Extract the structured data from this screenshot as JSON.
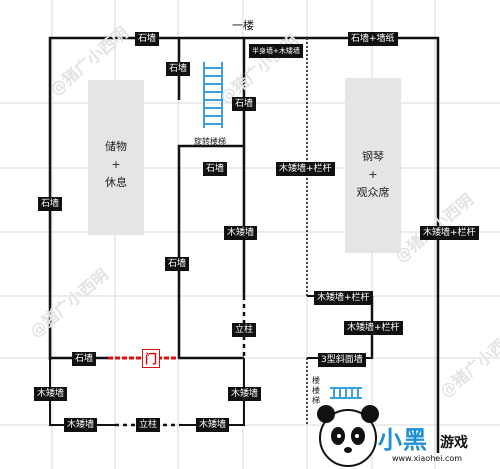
{
  "floor_title": "一楼",
  "watermark": "@猪广小西明",
  "zones": {
    "storage": [
      "储物",
      "+",
      "休息"
    ],
    "piano": [
      "钢琴",
      "+",
      "观众席"
    ]
  },
  "spiral_stair_label": "旋转楼梯",
  "stairs_label": "楼楼梯",
  "door_label": "门",
  "labels": {
    "l1": "石墙",
    "l2": "石墙",
    "l3": "半身墙+木矮墙",
    "l4": "石墙+墙纸",
    "l5": "石墙",
    "l6": "石墙",
    "l7": "木矮墙+栏杆",
    "l8": "石墙",
    "l9": "木矮墙",
    "l10": "木矮墙+栏杆",
    "l11": "石墙",
    "l12": "木矮墙+栏杆",
    "l13": "立柱",
    "l14": "木矮墙+栏杆",
    "l15": "石墙",
    "l16": "3型斜面墙",
    "l17": "木矮墙",
    "l18": "木矮墙",
    "l19": "木矮墙",
    "l20": "立柱",
    "l21": "木矮墙"
  },
  "logo": {
    "main": "小黑",
    "sub": "游戏",
    "url": "www.xiaohei.com"
  },
  "colors": {
    "wall": "#111111",
    "zone": "#e5e5e5",
    "ladder": "#3aa0e0",
    "door": "#dd1111",
    "grid": "#d8d8d8",
    "logo": "#1f8fd8"
  }
}
